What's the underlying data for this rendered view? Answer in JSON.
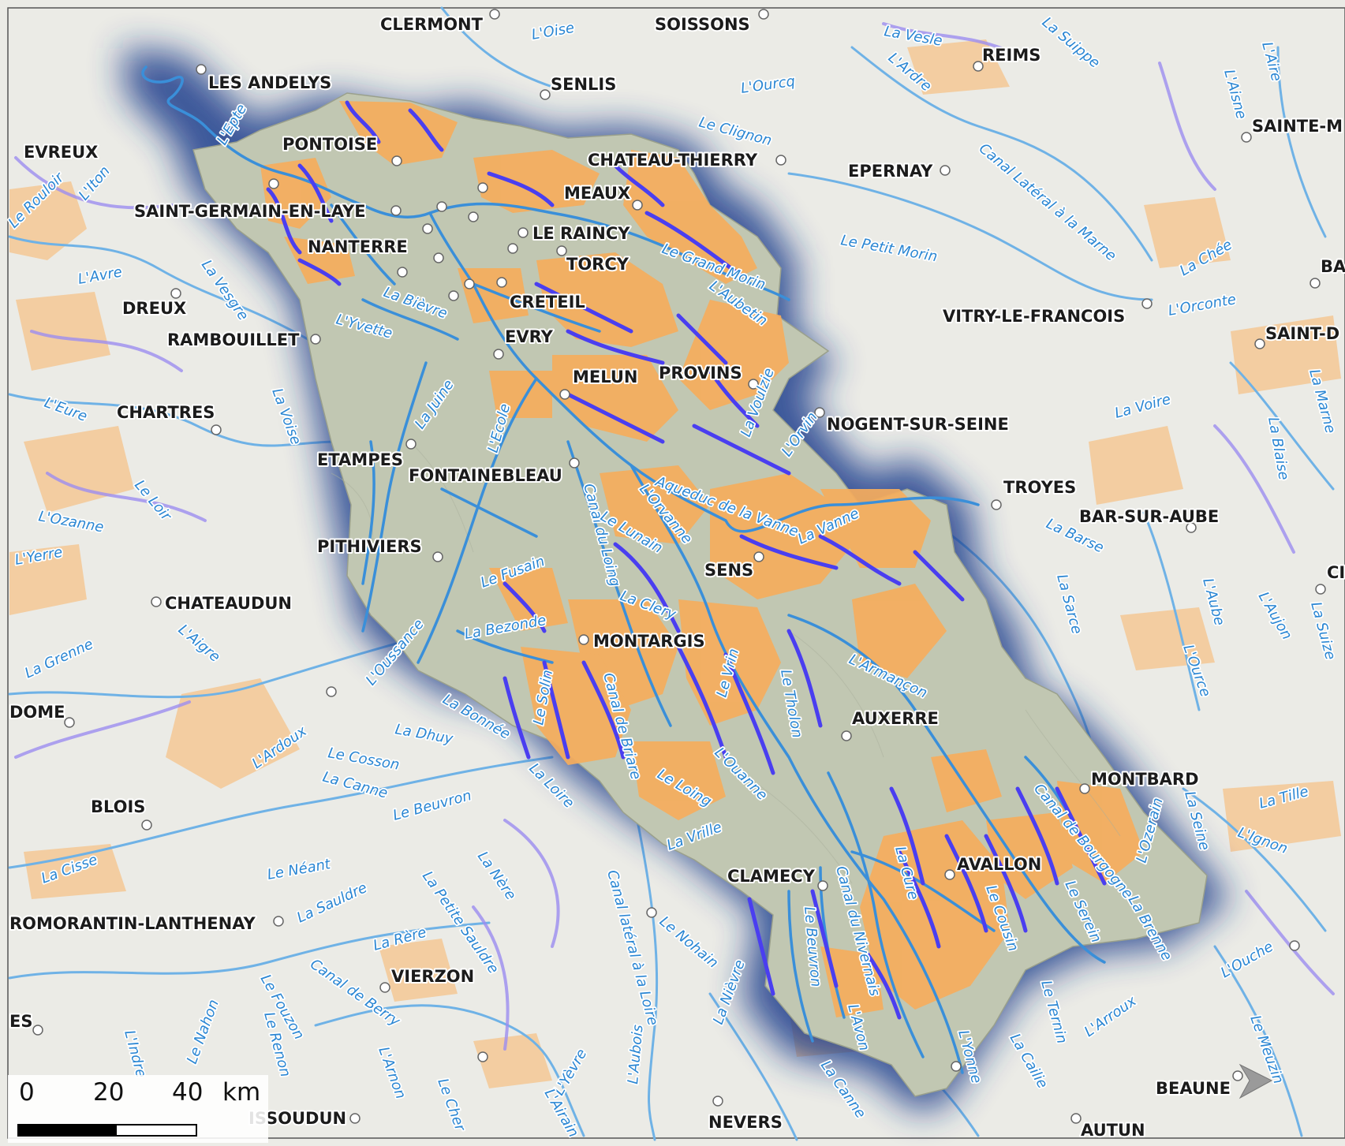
{
  "map": {
    "cities": [
      {
        "name": "CLERMONT"
      },
      {
        "name": "SOISSONS"
      },
      {
        "name": "REIMS"
      },
      {
        "name": "LES ANDELYS"
      },
      {
        "name": "SENLIS"
      },
      {
        "name": "SAINTE-M"
      },
      {
        "name": "EVREUX"
      },
      {
        "name": "PONTOISE"
      },
      {
        "name": "CHATEAU-THIERRY"
      },
      {
        "name": "EPERNAY"
      },
      {
        "name": "MEAUX"
      },
      {
        "name": "SAINT-GERMAIN-EN-LAYE"
      },
      {
        "name": "LE RAINCY"
      },
      {
        "name": "NANTERRE"
      },
      {
        "name": "TORCY"
      },
      {
        "name": "BA"
      },
      {
        "name": "DREUX"
      },
      {
        "name": "CRETEIL"
      },
      {
        "name": "VITRY-LE-FRANCOIS"
      },
      {
        "name": "RAMBOUILLET"
      },
      {
        "name": "EVRY"
      },
      {
        "name": "SAINT-D"
      },
      {
        "name": "MELUN"
      },
      {
        "name": "PROVINS"
      },
      {
        "name": "CHARTRES"
      },
      {
        "name": "NOGENT-SUR-SEINE"
      },
      {
        "name": "ETAMPES"
      },
      {
        "name": "FONTAINEBLEAU"
      },
      {
        "name": "TROYES"
      },
      {
        "name": "BAR-SUR-AUBE"
      },
      {
        "name": "PITHIVIERS"
      },
      {
        "name": "SENS"
      },
      {
        "name": "CI"
      },
      {
        "name": "CHATEAUDUN"
      },
      {
        "name": "MONTARGIS"
      },
      {
        "name": "DOME"
      },
      {
        "name": "AUXERRE"
      },
      {
        "name": "MONTBARD"
      },
      {
        "name": "BLOIS"
      },
      {
        "name": "AVALLON"
      },
      {
        "name": "CLAMECY"
      },
      {
        "name": "ROMORANTIN-LANTHENAY"
      },
      {
        "name": "VIERZON"
      },
      {
        "name": "ES"
      },
      {
        "name": "BEAUNE"
      },
      {
        "name": "ISSOUDUN"
      },
      {
        "name": "NEVERS"
      },
      {
        "name": "AUTUN"
      }
    ],
    "rivers": [
      {
        "name": "L'Oise"
      },
      {
        "name": "La Vesle"
      },
      {
        "name": "La Suippe"
      },
      {
        "name": "L'Ardre"
      },
      {
        "name": "L'Aire"
      },
      {
        "name": "L'Ourcq"
      },
      {
        "name": "L'Aisne"
      },
      {
        "name": "L'Epte"
      },
      {
        "name": "Le Clignon"
      },
      {
        "name": "L'Iton"
      },
      {
        "name": "Le Rouloir"
      },
      {
        "name": "Canal Latéral à la Marne"
      },
      {
        "name": "Le Petit Morin"
      },
      {
        "name": "Le Grand Morin"
      },
      {
        "name": "La Chée"
      },
      {
        "name": "L'Avre"
      },
      {
        "name": "La Vesgre"
      },
      {
        "name": "La Bièvre"
      },
      {
        "name": "L'Aubetin"
      },
      {
        "name": "L'Orconte"
      },
      {
        "name": "L'Yvette"
      },
      {
        "name": "La Voulzie"
      },
      {
        "name": "La Voise"
      },
      {
        "name": "L'Eure"
      },
      {
        "name": "La Juine"
      },
      {
        "name": "L'Ecole"
      },
      {
        "name": "La Voire"
      },
      {
        "name": "La Marne"
      },
      {
        "name": "L'Orvin"
      },
      {
        "name": "Aqueduc de la Vanne"
      },
      {
        "name": "La Blaise"
      },
      {
        "name": "Le Loir"
      },
      {
        "name": "L'Orvanne"
      },
      {
        "name": "La Vanne"
      },
      {
        "name": "L'Ozanne"
      },
      {
        "name": "Canal du Loing"
      },
      {
        "name": "Le Lunain"
      },
      {
        "name": "La Barse"
      },
      {
        "name": "L'Yerre"
      },
      {
        "name": "Le Fusain"
      },
      {
        "name": "La Clery"
      },
      {
        "name": "La Sarce"
      },
      {
        "name": "L'Aube"
      },
      {
        "name": "L'Aujon"
      },
      {
        "name": "La Suize"
      },
      {
        "name": "La Bezonde"
      },
      {
        "name": "L'Aigre"
      },
      {
        "name": "La Grenne"
      },
      {
        "name": "L'Oussance"
      },
      {
        "name": "Le Vrin"
      },
      {
        "name": "Le Tholon"
      },
      {
        "name": "L'Armançon"
      },
      {
        "name": "L'Ource"
      },
      {
        "name": "La Bonnée"
      },
      {
        "name": "Le Solin"
      },
      {
        "name": "Canal de Briare"
      },
      {
        "name": "La Dhuy"
      },
      {
        "name": "L'Ardoux"
      },
      {
        "name": "Le Cosson"
      },
      {
        "name": "L'Ouanne"
      },
      {
        "name": "La Loire"
      },
      {
        "name": "La Canne"
      },
      {
        "name": "Le Beuvron"
      },
      {
        "name": "Le Loing"
      },
      {
        "name": "Canal de Bourgogne"
      },
      {
        "name": "La Seine"
      },
      {
        "name": "La Tille"
      },
      {
        "name": "La Vrille"
      },
      {
        "name": "L'Ignon"
      },
      {
        "name": "La Cisse"
      },
      {
        "name": "Le Néant"
      },
      {
        "name": "La Nère"
      },
      {
        "name": "La Petite Sauldre"
      },
      {
        "name": "Canal latéral à la Loire"
      },
      {
        "name": "La Cure"
      },
      {
        "name": "L'Ozerain"
      },
      {
        "name": "La Brenne"
      },
      {
        "name": "La Sauldre"
      },
      {
        "name": "Le Cousin"
      },
      {
        "name": "Le Serein"
      },
      {
        "name": "Canal du Nivernais"
      },
      {
        "name": "Le Beuvron"
      },
      {
        "name": "La Rère"
      },
      {
        "name": "Le Nohain"
      },
      {
        "name": "L'Ouche"
      },
      {
        "name": "Canal de Berry"
      },
      {
        "name": "Le Fouzon"
      },
      {
        "name": "La Nièvre"
      },
      {
        "name": "Le Ternin"
      },
      {
        "name": "L'Arroux"
      },
      {
        "name": "Le Nahon"
      },
      {
        "name": "L'Indre"
      },
      {
        "name": "Le Renon"
      },
      {
        "name": "L'Arnon"
      },
      {
        "name": "L'Yèvre"
      },
      {
        "name": "L'Yonne"
      },
      {
        "name": "La Cailie"
      },
      {
        "name": "Le Meuzin"
      },
      {
        "name": "Le Cher"
      },
      {
        "name": "L'Aubois"
      },
      {
        "name": "L'Airain"
      },
      {
        "name": "La Canne"
      },
      {
        "name": "L'Avon"
      }
    ]
  },
  "scale": {
    "labels": [
      "0",
      "20",
      "40"
    ],
    "unit": "km"
  },
  "colors": {
    "basin": "#c1c7b2",
    "background": "#ebebe6",
    "agriculture": "#f6b872",
    "river_main": "#3a8fd9",
    "river_highlight": "#4a3ef0",
    "glow": "#1f3f8f"
  },
  "icons": [
    "compass-arrow-icon"
  ]
}
